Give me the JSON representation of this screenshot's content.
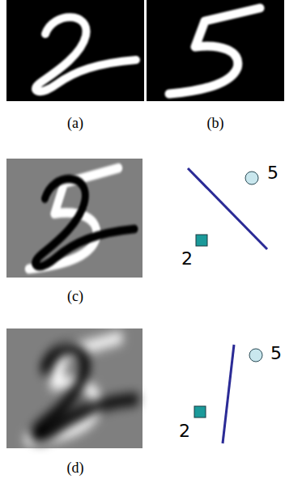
{
  "diagram": {
    "labels": [
      "(a)",
      "(b)",
      "5",
      "2",
      "(c)",
      "5",
      "2",
      "(d)"
    ]
  }
}
